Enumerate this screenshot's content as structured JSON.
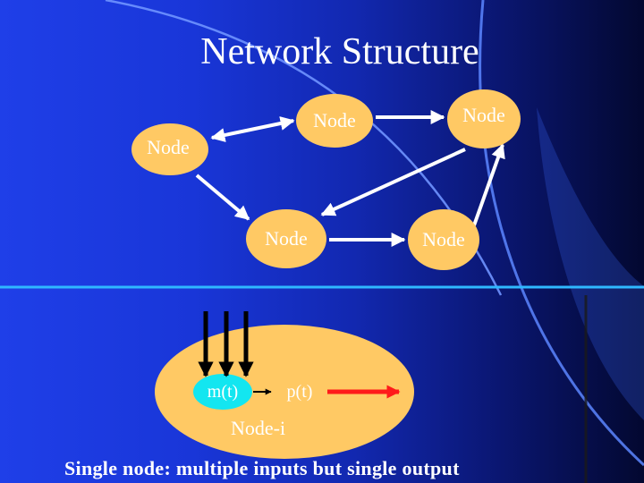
{
  "title": "Network Structure",
  "nodes": {
    "top_mid": "Node",
    "top_right": "Node",
    "left": "Node",
    "mid_left": "Node",
    "mid_right": "Node"
  },
  "single_node": {
    "input_label": "m(t)",
    "output_label": "p(t)",
    "name": "Node-i"
  },
  "caption": "Single node: multiple inputs but single output",
  "colors": {
    "background": "#1f3fe8",
    "node_fill": "#ffc964",
    "input_node_fill": "#13e6f0",
    "output_arrow": "#ff1a1a",
    "divider": "#2fb8ff",
    "text": "#ffffff"
  }
}
